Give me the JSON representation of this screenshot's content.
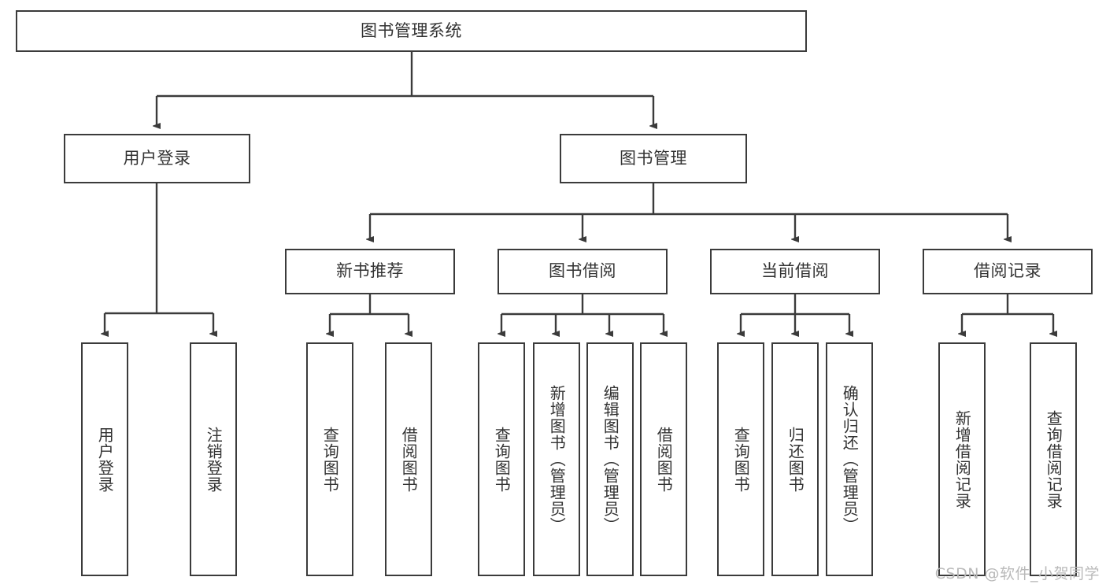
{
  "diagram": {
    "title": "图书管理系统",
    "type": "tree",
    "root": {
      "label": "图书管理系统"
    },
    "level2": [
      {
        "label": "用户登录"
      },
      {
        "label": "图书管理"
      }
    ],
    "level3": [
      {
        "label": "新书推荐"
      },
      {
        "label": "图书借阅"
      },
      {
        "label": "当前借阅"
      },
      {
        "label": "借阅记录"
      }
    ],
    "leaves": {
      "user_login": [
        {
          "label": "用户登录"
        },
        {
          "label": "注销登录"
        }
      ],
      "new_book_recommend": [
        {
          "label": "查询图书"
        },
        {
          "label": "借阅图书"
        }
      ],
      "book_borrow": [
        {
          "label": "查询图书"
        },
        {
          "label": "新增图书（管理员）"
        },
        {
          "label": "编辑图书（管理员）"
        },
        {
          "label": "借阅图书"
        }
      ],
      "current_borrow": [
        {
          "label": "查询图书"
        },
        {
          "label": "归还图书"
        },
        {
          "label": "确认归还（管理员）"
        }
      ],
      "borrow_record": [
        {
          "label": "新增借阅记录"
        },
        {
          "label": "查询借阅记录"
        }
      ]
    }
  },
  "watermark": {
    "text": "CSDN @软件_小贺同学"
  },
  "colors": {
    "stroke": "#3b3b3b",
    "text": "#333333",
    "background": "#ffffff",
    "watermark": "#b9b9b9"
  }
}
